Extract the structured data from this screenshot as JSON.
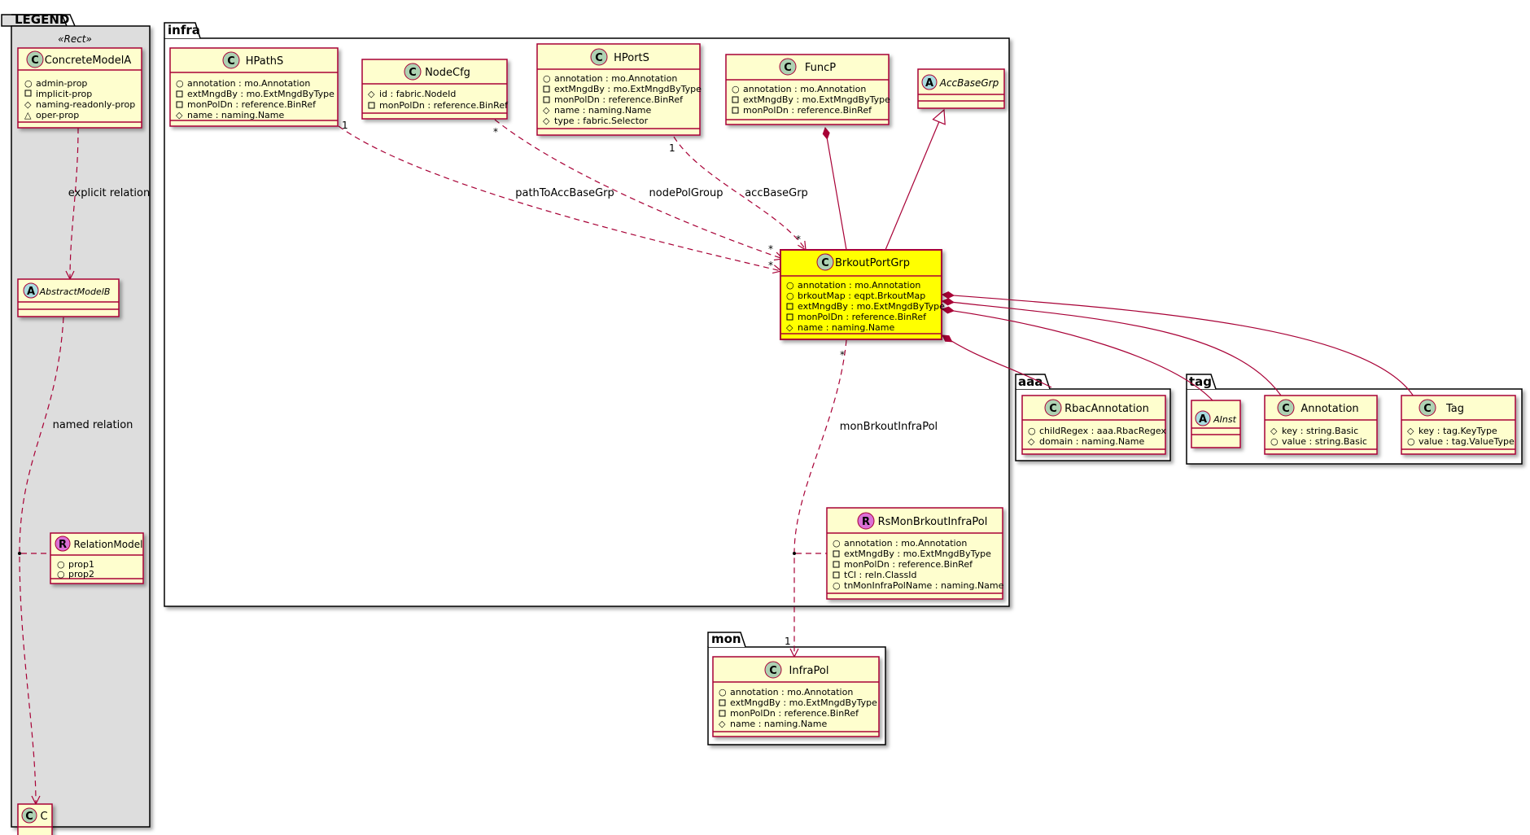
{
  "packages": {
    "legend": "LEGEND",
    "infra": "infra",
    "mon": "mon",
    "aaa": "aaa",
    "tag": "tag"
  },
  "legend": {
    "stereotype": "«Rect»",
    "concrete": {
      "name": "ConcreteModelA",
      "attrs": [
        "admin-prop",
        "implicit-prop",
        "naming-readonly-prop",
        "oper-prop"
      ]
    },
    "abstract": {
      "name": "AbstractModelB"
    },
    "relation_model": {
      "name": "RelationModel",
      "attrs": [
        "prop1",
        "prop2"
      ]
    },
    "c": {
      "name": "C"
    },
    "explicit_relation": "explicit relation",
    "named_relation": "named relation"
  },
  "classes": {
    "hpaths": {
      "name": "HPathS",
      "attrs": [
        "annotation : mo.Annotation",
        "extMngdBy : mo.ExtMngdByType",
        "monPolDn : reference.BinRef",
        "name : naming.Name"
      ]
    },
    "nodecfg": {
      "name": "NodeCfg",
      "attrs": [
        "id : fabric.NodeId",
        "monPolDn : reference.BinRef"
      ]
    },
    "hports": {
      "name": "HPortS",
      "attrs": [
        "annotation : mo.Annotation",
        "extMngdBy : mo.ExtMngdByType",
        "monPolDn : reference.BinRef",
        "name : naming.Name",
        "type : fabric.Selector"
      ]
    },
    "funcp": {
      "name": "FuncP",
      "attrs": [
        "annotation : mo.Annotation",
        "extMngdBy : mo.ExtMngdByType",
        "monPolDn : reference.BinRef"
      ]
    },
    "accbasegrp": {
      "name": "AccBaseGrp"
    },
    "brkoutportgrp": {
      "name": "BrkoutPortGrp",
      "attrs": [
        "annotation : mo.Annotation",
        "brkoutMap : eqpt.BrkoutMap",
        "extMngdBy : mo.ExtMngdByType",
        "monPolDn : reference.BinRef",
        "name : naming.Name"
      ]
    },
    "rsmonbrkoutinfrapol": {
      "name": "RsMonBrkoutInfraPol",
      "attrs": [
        "annotation : mo.Annotation",
        "extMngdBy : mo.ExtMngdByType",
        "monPolDn : reference.BinRef",
        "tCl : reln.ClassId",
        "tnMonInfraPolName : naming.Name"
      ]
    },
    "infrapol": {
      "name": "InfraPol",
      "attrs": [
        "annotation : mo.Annotation",
        "extMngdBy : mo.ExtMngdByType",
        "monPolDn : reference.BinRef",
        "name : naming.Name"
      ]
    },
    "rbacannotation": {
      "name": "RbacAnnotation",
      "attrs": [
        "childRegex : aaa.RbacRegex",
        "domain : naming.Name"
      ]
    },
    "ainst": {
      "name": "AInst"
    },
    "annotation": {
      "name": "Annotation",
      "attrs": [
        "key : string.Basic",
        "value : string.Basic"
      ]
    },
    "tag": {
      "name": "Tag",
      "attrs": [
        "key : tag.KeyType",
        "value : tag.ValueType"
      ]
    }
  },
  "relations": {
    "path_to_acc_base_grp": "pathToAccBaseGrp",
    "node_pol_group": "nodePolGroup",
    "acc_base_grp": "accBaseGrp",
    "mon_brkout_infra_pol": "monBrkoutInfraPol"
  },
  "multiplicities": {
    "one": "1",
    "many": "*"
  },
  "colors": {
    "class_fill": "#FEFECE",
    "class_border": "#A80036",
    "highlight_fill": "#FFFF00",
    "legend_fill": "#DDDDDD",
    "circle_class": "#ADD1B2",
    "circle_abstract": "#A9DCDF",
    "circle_relation": "#DA70D6",
    "edge": "#A80036"
  }
}
